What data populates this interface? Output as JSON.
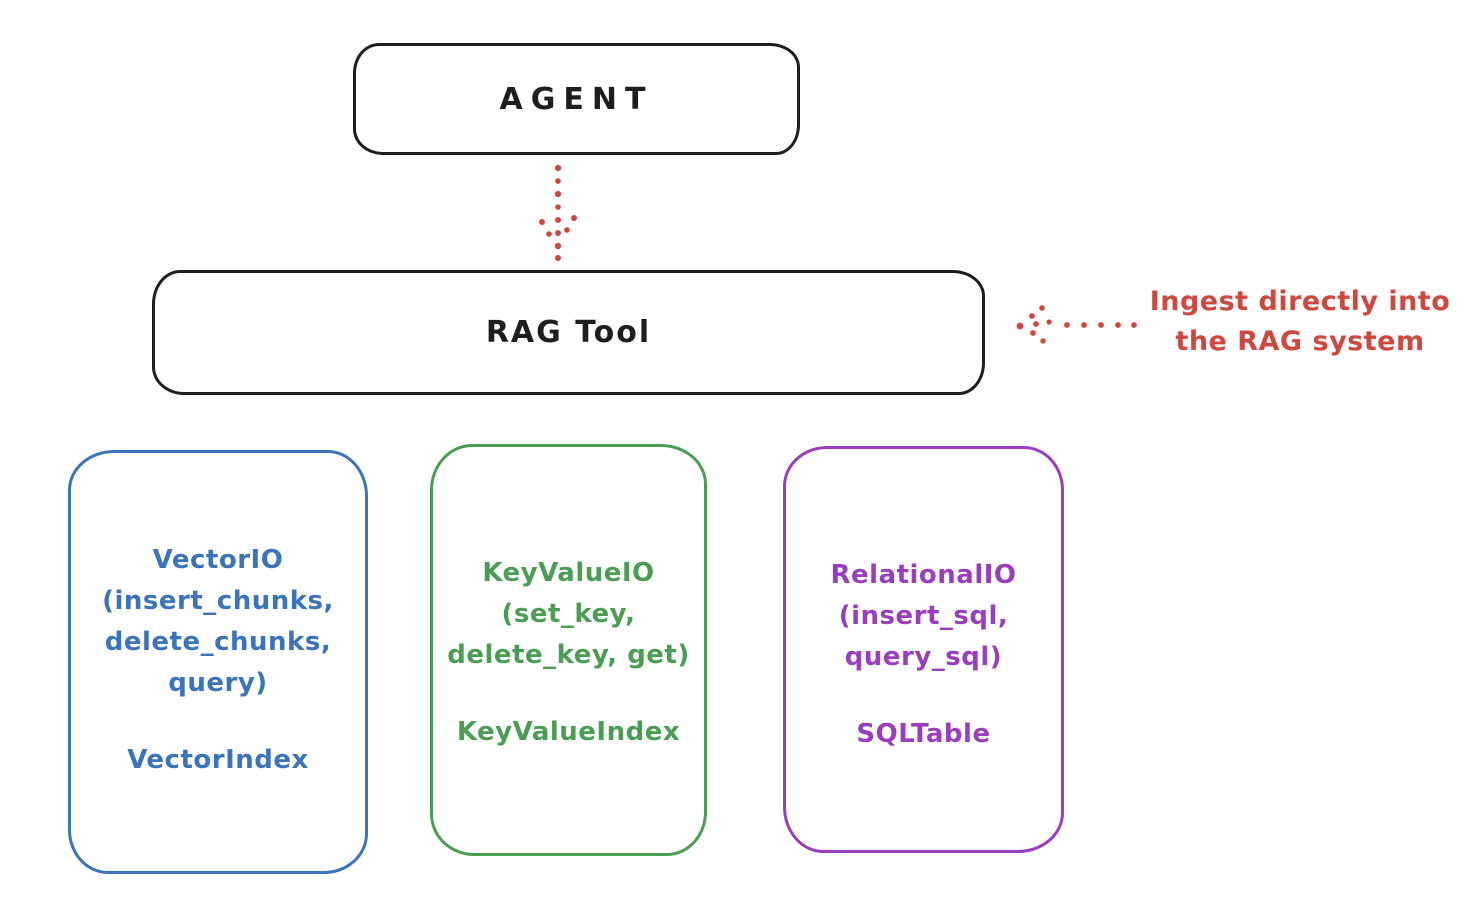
{
  "diagram": {
    "agent": {
      "label": "AGENT"
    },
    "rag_tool": {
      "label": "RAG Tool"
    },
    "annotation": {
      "line1": "Ingest directly into",
      "line2": "the RAG system"
    },
    "stores": [
      {
        "id": "vector-io",
        "color": "#3b73bd",
        "lines": [
          "VectorIO",
          "(insert_chunks,",
          "delete_chunks,",
          "query)"
        ],
        "index_label": "VectorIndex"
      },
      {
        "id": "keyvalue-io",
        "color": "#499e54",
        "lines": [
          "KeyValueIO",
          "(set_key,",
          "delete_key, get)"
        ],
        "index_label": "KeyValueIndex"
      },
      {
        "id": "relational-io",
        "color": "#9a3dc1",
        "lines": [
          "RelationalIO",
          "(insert_sql,",
          "query_sql)"
        ],
        "index_label": "SQLTable"
      }
    ],
    "colors": {
      "ink": "#1e1e1e",
      "red": "#d0473e"
    }
  }
}
